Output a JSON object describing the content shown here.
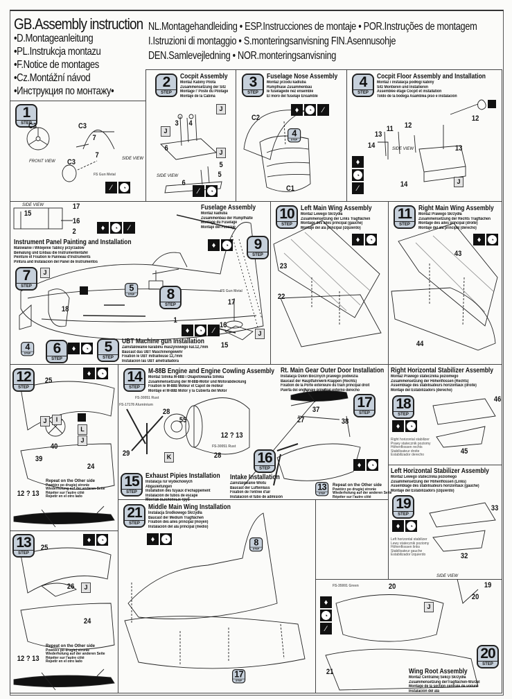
{
  "header": {
    "gb_title": "GB.Assembly instruction",
    "languages_left": [
      "•D.Montageanleitung",
      "•PL.Instrukcja montazu",
      "•F.Notice de montages",
      "•Cz.Montážní návod",
      "•Инструкция по монтажу•"
    ],
    "languages_right": [
      "NL.Montagehandleiding • ESP.Instrucciones de montaje • POR.Instruções de montagem",
      "I.Istruzioni di montaggio • S.monteringsanvisning FIN.Asennusohje",
      "DEN.Samlevejledning • NOR.monteringsanvisning"
    ]
  },
  "step_label": "STEP",
  "decal_marker": "J",
  "decal_marker_i": "I",
  "decal_marker_k": "K",
  "decal_marker_l": "L",
  "front_view": "FRONT VIEW",
  "side_view": "SIDE VIEW",
  "icons": [
    "glue-icon",
    "clock-icon",
    "knife-icon",
    "paint-icon"
  ],
  "colors": {
    "badge": "#c6d0db",
    "ink": "#111111"
  },
  "steps": {
    "s1": {
      "num": "1",
      "title": "",
      "lines": [],
      "parts": [
        "C3",
        "C3",
        "7",
        "7",
        "C3"
      ],
      "paint": "FS Gun Metal"
    },
    "s2": {
      "num": "2",
      "title": "Cocpit Assembly",
      "lines": [
        "Montaż Kabiny Pilota",
        "Zusammensetzung der Sitz",
        "Montage l' Poste du Pilotage",
        "Montaje de la Cabina"
      ],
      "parts": [
        "3",
        "4",
        "6",
        "5",
        "6",
        "5"
      ]
    },
    "s3": {
      "num": "3",
      "title": "Fuselage Nose Assembly",
      "lines": [
        "Montaz przodu kadluba",
        "Rumpfnase Zusammenbau",
        "le fuselagede nez ensemble",
        "El moro del fuselaje Ensamble"
      ],
      "parts": [
        "C2",
        "C1"
      ]
    },
    "s4": {
      "num": "4",
      "title": "Cocpit Floor Assembly and Installation",
      "lines": [
        "Montaż i instalacja podłogi kabiny",
        "Sitz Montieren und Installieren",
        "Assemblée étage Cocpit et installation",
        "Toldo de la bodega Asamblea piso e instalación"
      ],
      "parts": [
        "12",
        "11",
        "12",
        "13",
        "14",
        "13",
        "14"
      ]
    },
    "s5": {
      "num": "5",
      "title": "UBT Machine gun Installation",
      "lines": [
        "Zainstalowanie karabinu maszynowego kal.12,7mm",
        "Baucast das UBT Maschinengewehr",
        "Fixation le UBT mitrailleuse 12,7mm",
        "Instalacion las UBT ametralladora"
      ],
      "parts": [
        "17",
        "16",
        "15"
      ],
      "paint": "FS Gun Metal"
    },
    "s6": {
      "num": "6",
      "title": "",
      "lines": []
    },
    "s7": {
      "num": "7",
      "title": "Instrument Panel Painting and Installation",
      "lines": [
        "Malowanie i Wklejenie Tablicy przyrzadow",
        "Bemalung und Einbau die Instrumententafel",
        "Peinture et Fixation le Panneau d'Instruments",
        "Pintura and Instalacion del Panel de Instrumentos"
      ],
      "parts": [
        "17",
        "15",
        "16",
        "2",
        "18",
        "1"
      ]
    },
    "s8": {
      "num": "8",
      "title": "",
      "lines": []
    },
    "s9": {
      "num": "9",
      "title": "Fuselage Assembly",
      "lines": [
        "Montaz kadluba",
        "Zusammenbau der Rumpfhälte",
        "Montage du Fuselage",
        "Montaje del Fuselaje"
      ]
    },
    "s10": {
      "num": "10",
      "title": "Left Main Wing Assembly",
      "lines": [
        "Montaż Lewego Skrzydła",
        "Zusammensetzung der Links Tragflächen",
        "Montage des ailes principal (gauche)",
        "Montaje del ala principal (izquierdo)"
      ],
      "parts": [
        "23",
        "22"
      ]
    },
    "s11": {
      "num": "11",
      "title": "Right Main Wing Assembly",
      "lines": [
        "Montaż Prawego Skrzydła",
        "Zusammensetzung der Rechts Tragflächen",
        "Montage des ailes principal (droite)",
        "Montaje del ala principal (derecho)"
      ],
      "parts": [
        "43",
        "44"
      ]
    },
    "s12": {
      "num": "12",
      "title": "",
      "lines": [],
      "parts": [
        "25",
        "40",
        "39",
        "24"
      ]
    },
    "s13": {
      "num": "13",
      "title": "",
      "lines": [],
      "parts": [
        "25",
        "26",
        "24"
      ]
    },
    "s14": {
      "num": "14",
      "title": "M-88B Engine and Engine Cowling Assembly",
      "lines": [
        "Montaż Silnika M-88B i Okapotowania Silnika",
        "Zusammensetzung der M-88B-Motor und Motorabdeckung",
        "Fixation le M-88B Moteur et Capot de moteur",
        "Montaje el M-88B Motor y la Cubierta del Motor"
      ],
      "parts": [
        "28",
        "55",
        "29",
        "28"
      ],
      "paints": [
        "FS-17178 Aluminium",
        "FS-30051 Rust",
        "FS-30051 Rust"
      ]
    },
    "s15": {
      "num": "15",
      "title": "Exhaust Pipies Installation",
      "lines": [
        "Instalacja rur wydechowych",
        "Abgasleitungen",
        "Installation des tuyaux d'echappement",
        "Instalación de tubos de escape",
        "Монтаж выхлопных труб"
      ]
    },
    "s16": {
      "num": "16",
      "title": "Intake Installation",
      "lines": [
        "Zainstalowanie Wlotu",
        "Baucast der Lufteinlass",
        "Fixation de l'entree d'air",
        "Instalacion el tubo de admisión"
      ]
    },
    "s17": {
      "num": "17",
      "title": "Rt. Main Gear Outer Door Installation",
      "lines": [
        "Instalacja Osłon Bocznych prawego podwozia",
        "Baucast der Hauptfahrwerk-Klappen (Rechts)",
        "Fixation de la Porte extérieure du train principal droit",
        "Puerta del engranaje principal externo derecho"
      ],
      "parts": [
        "37",
        "27",
        "38"
      ]
    },
    "s18": {
      "num": "18",
      "title": "Right Horizontal Stabilizer Assembly",
      "lines": [
        "Montaż Prawego statecznika poziomego",
        "Zusammensetzung der Höhenflossen (Rechts)",
        "Assemblage des stabilisateurs horizontaux (droite)",
        "Montaje del Estabilizadors (derecho)"
      ],
      "parts": [
        "46",
        "45"
      ],
      "caption": [
        "Right horizontal stabilizer",
        "Prawy statecznik poziomy",
        "Höhenflossen rechts",
        "Stabilisateur droite",
        "Estabilizador derecho"
      ]
    },
    "s19": {
      "num": "19",
      "title": "Left Horizontal Stabilizer Assembly",
      "lines": [
        "Montaż Lewego statecznika poziomego",
        "Zusammensetzung der Höhenflossen (Links)",
        "Assemblage des stabilisateurs horizontaux (gauche)",
        "Montaje del Estabilizadors (izquierdo)"
      ],
      "parts": [
        "33",
        "32"
      ],
      "caption": [
        "Left horizontal stabilizer",
        "Lewy statecznik poziomy",
        "Höhenflossen links",
        "Stabilisateur gauche",
        "Estabilizador izquierdo"
      ]
    },
    "s20": {
      "num": "20",
      "title": "Wing Root Assembly",
      "lines": [
        "Montaż Centralnej Sekcji Skrzydła",
        "Zusammensetzung derTragflächen-Wurzel",
        "Montage de la section centrale de voilure",
        "Instalación del ala"
      ],
      "parts": [
        "20",
        "19",
        "20",
        "21"
      ],
      "paint": "FS-35001 Green"
    },
    "s21": {
      "num": "21",
      "title": "Middle Main Wing Installation",
      "lines": [
        "Instalacja Środkowego Skrzydła",
        "Baucast der Medium Tragflächen",
        "Fixation des ailes principal (moyen)",
        "Instalación del ala principal (medio)"
      ]
    }
  },
  "repeat_note": [
    "Repeat on the Other side",
    "Powtórz po drugiej stronie",
    "Wiederholung auf der anderen Seite",
    "Répéter sur l'autre côté",
    "Repetir en el otro lado"
  ],
  "cross_refs": {
    "s12": [
      "12",
      "?",
      "13"
    ],
    "s14": [
      "12",
      "?",
      "13"
    ],
    "s13": [
      "12",
      "?",
      "13"
    ]
  }
}
